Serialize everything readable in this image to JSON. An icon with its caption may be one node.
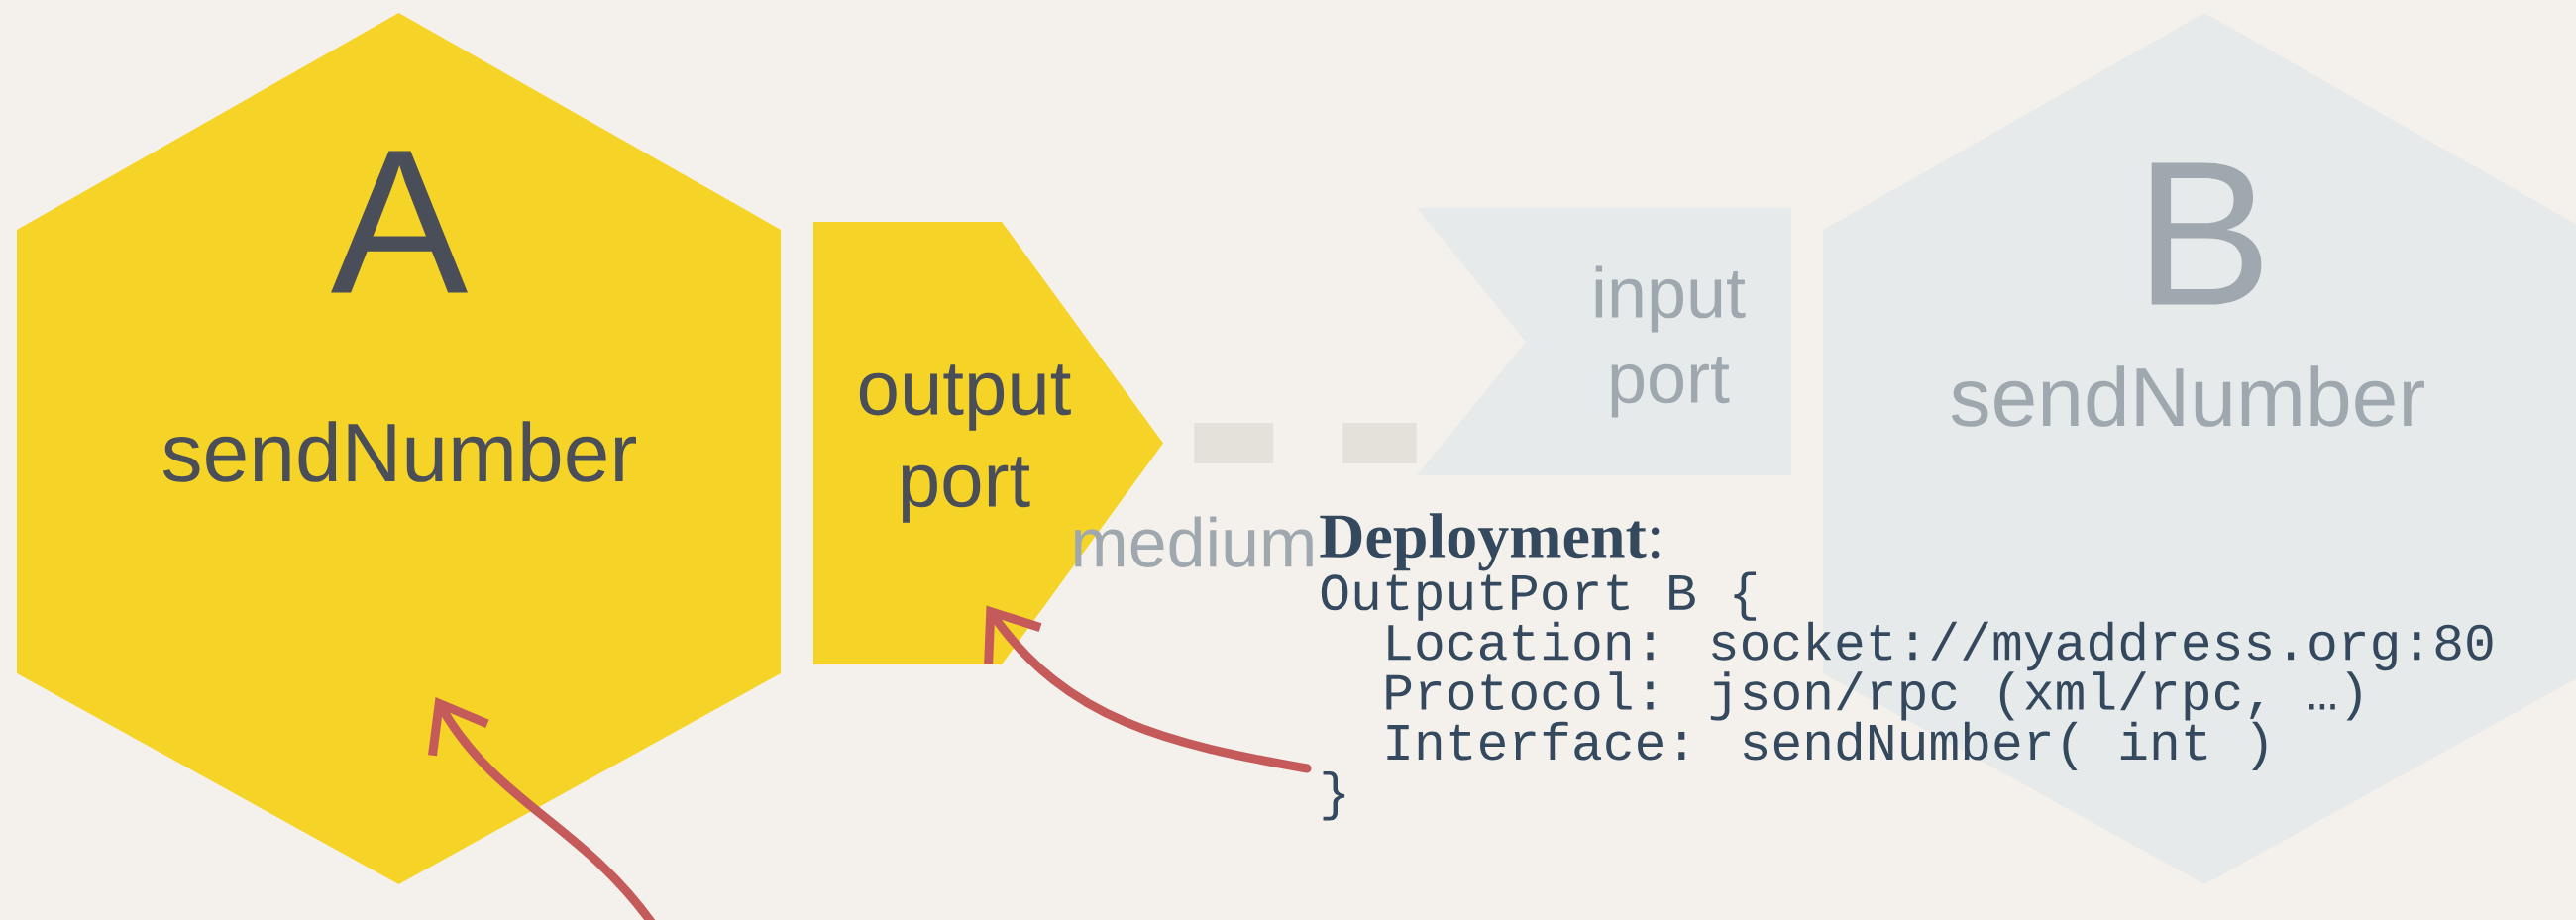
{
  "diagram": {
    "nodes": [
      {
        "text": [
          "A",
          "sendNumber"
        ]
      },
      {
        "text": [
          "output port"
        ]
      },
      {
        "text": [
          "input port"
        ]
      },
      {
        "text": [
          "B",
          "sendNumber"
        ]
      },
      {
        "text": [
          "**Deployment**:",
          "OutputPort B {",
          "Location: socket://myaddress.org:80",
          "Protocol: json/rpc (xml/rpc, …)",
          "Interface: sendNumber( int )",
          "}"
        ]
      }
    ],
    "edges": [
      {
        "from": null,
        "to": 0,
        "arrow": "to"
      },
      {
        "from": 4,
        "to": 1,
        "arrow": "to"
      },
      {
        "from": 1,
        "to": 2,
        "arrow": "none",
        "label": "medium",
        "style": "dashed",
        "color": "#e4e0da"
      }
    ]
  }
}
